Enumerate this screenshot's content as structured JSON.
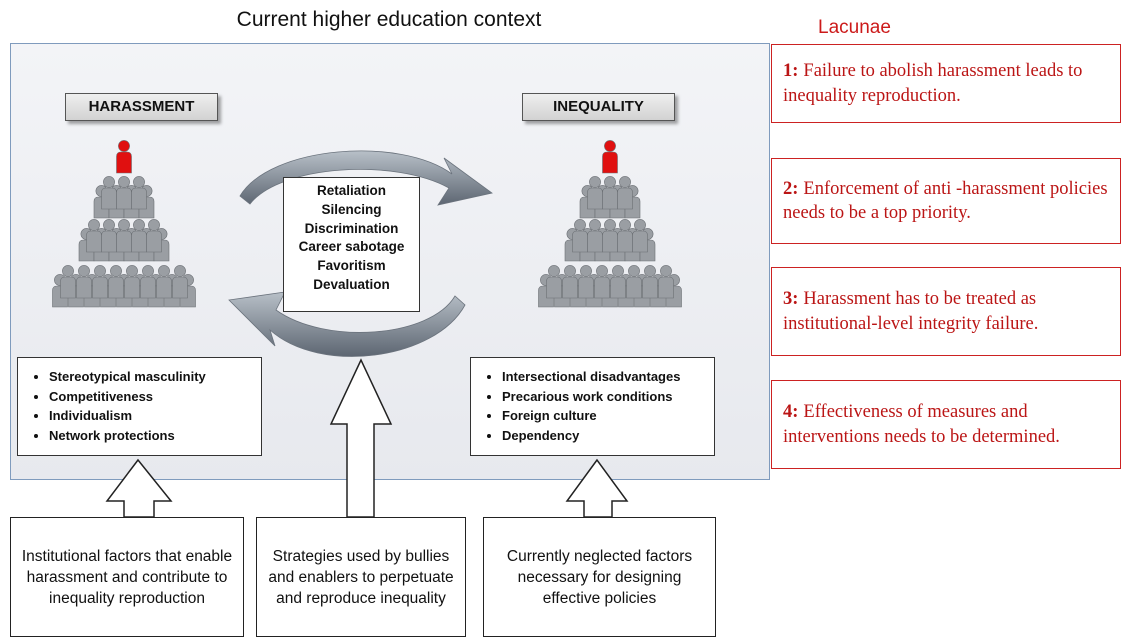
{
  "title": "Current higher education context",
  "harassment": {
    "label": "HARASSMENT",
    "factors": [
      "Stereotypical masculinity",
      "Competitiveness",
      "Individualism",
      "Network protections"
    ]
  },
  "inequality": {
    "label": "INEQUALITY",
    "factors": [
      "Intersectional disadvantages",
      "Precarious work conditions",
      "Foreign culture",
      "Dependency"
    ]
  },
  "strategies": [
    "Retaliation",
    "Silencing",
    "Discrimination",
    "Career sabotage",
    "Favoritism",
    "Devaluation"
  ],
  "bottom_boxes": [
    "Institutional factors that enable harassment and contribute to inequality reproduction",
    "Strategies used by bullies and enablers to perpetuate and reproduce inequality",
    "Currently neglected factors necessary for designing effective policies"
  ],
  "lacunae": {
    "title": "Lacunae",
    "items": [
      {
        "num": "1:",
        "text": "Failure to abolish harassment leads to inequality reproduction."
      },
      {
        "num": "2:",
        "text": "Enforcement of anti -harassment policies needs to be a top priority."
      },
      {
        "num": "3:",
        "text": "Harassment has to be treated as institutional-level integrity failure."
      },
      {
        "num": "4:",
        "text": "Effectiveness of measures and interventions needs to be determined."
      }
    ]
  },
  "colors": {
    "lacunae": "#cc1a1a",
    "leader_figure": "#e01010",
    "people_figure": "#9a9ea3",
    "panel_border": "#7f9bbd"
  }
}
